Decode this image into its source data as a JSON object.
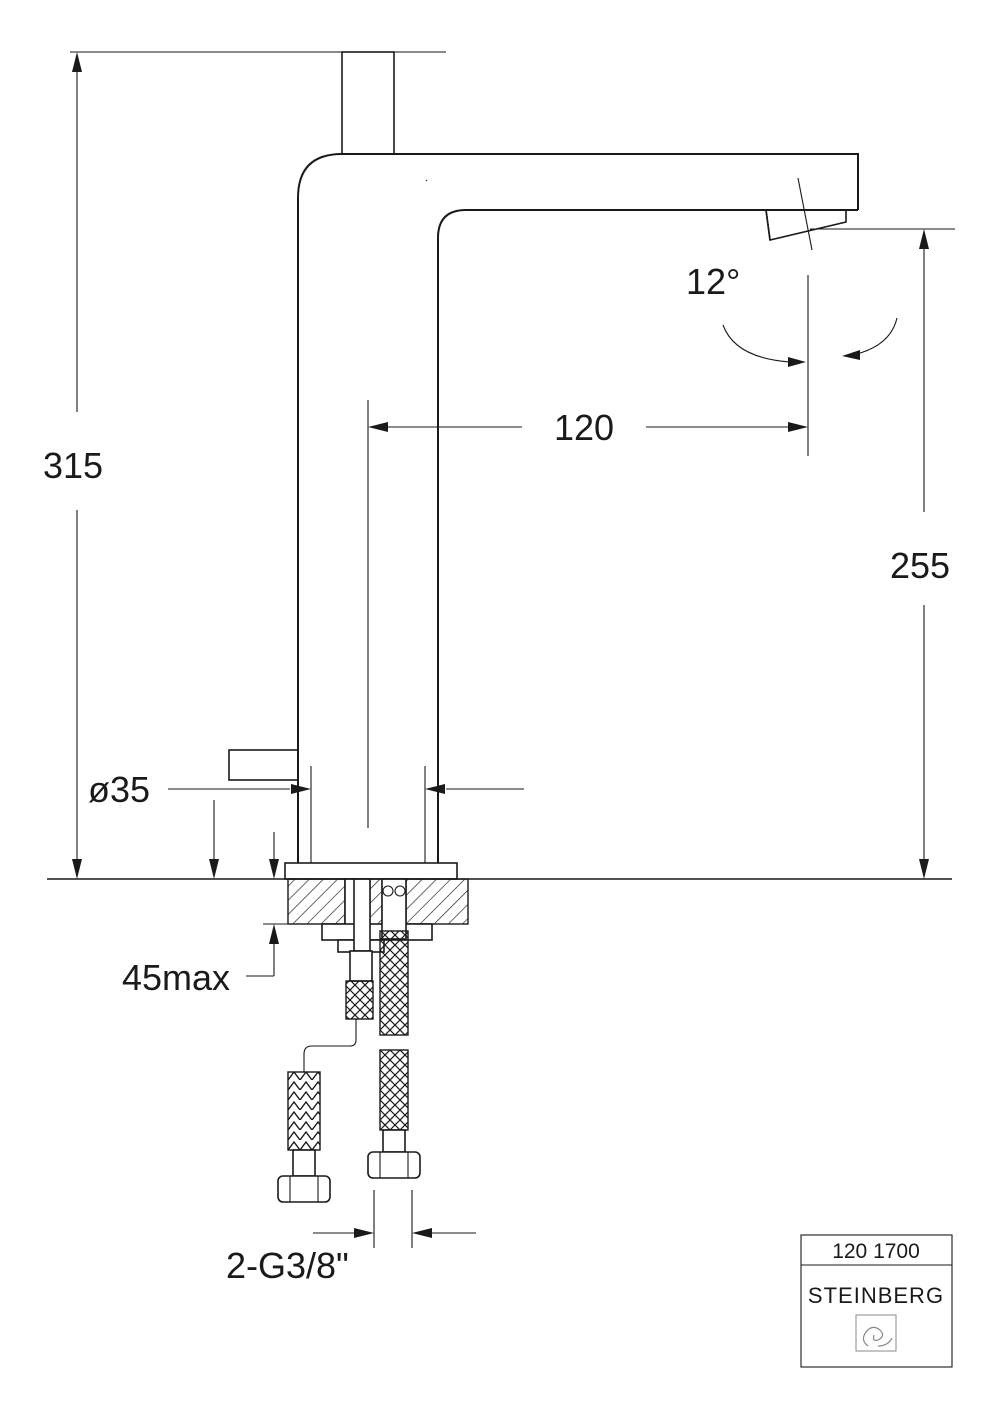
{
  "dimensions": {
    "total_height": "315",
    "spout_height": "255",
    "reach": "120",
    "swivel_angle": "12°",
    "diameter": "ø35",
    "deck_thickness": "45max",
    "connection": "2-G3/8\""
  },
  "title_block": {
    "part_number": "120 1700",
    "brand": "STEINBERG"
  }
}
